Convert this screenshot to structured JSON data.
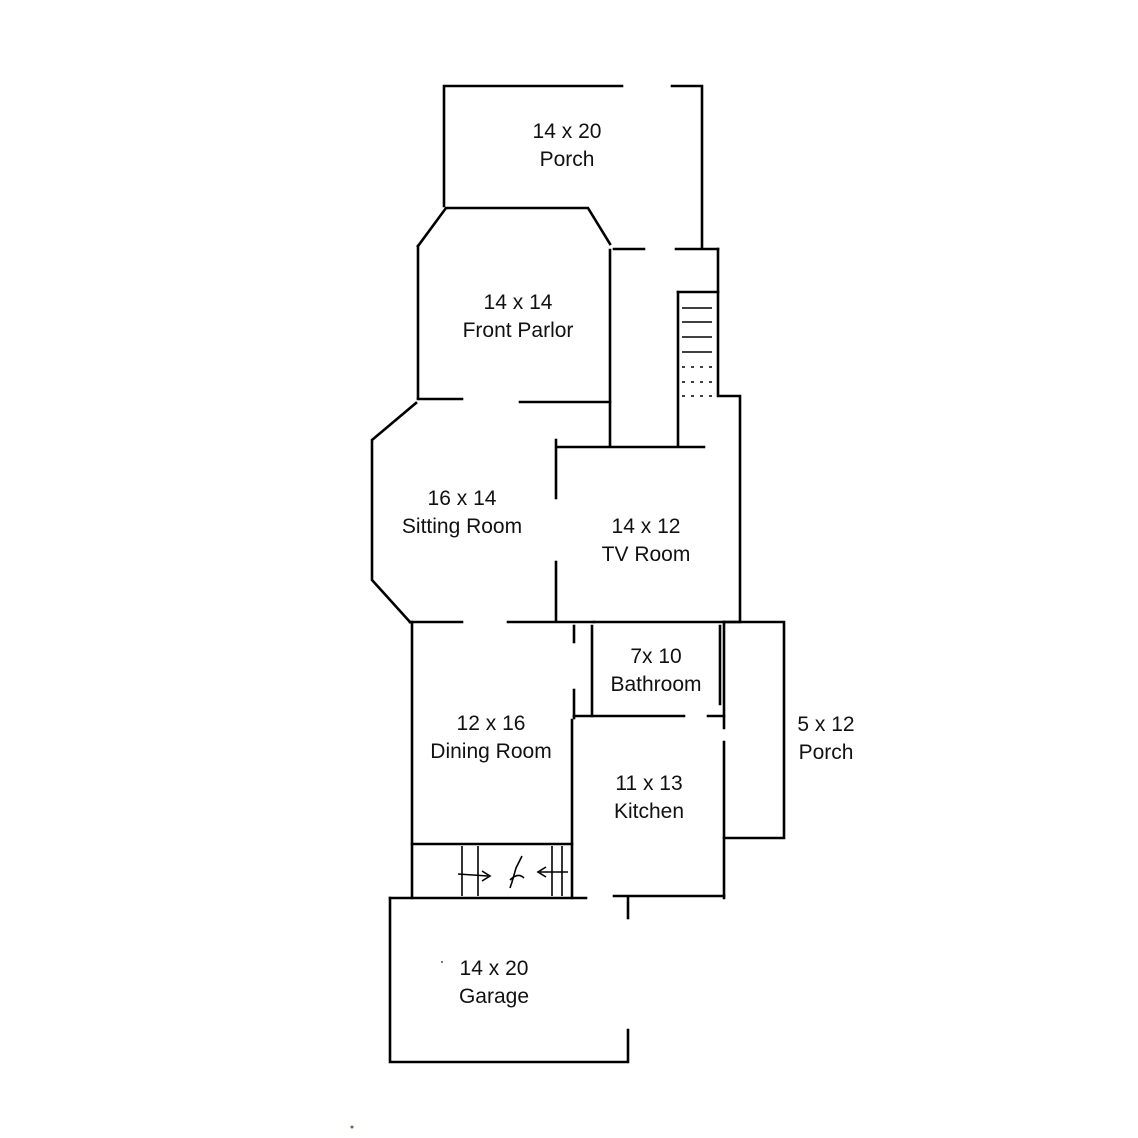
{
  "rooms": {
    "porch_front": {
      "size": "14 x 20",
      "name": "Porch"
    },
    "front_parlor": {
      "size": "14 x 14",
      "name": "Front Parlor"
    },
    "sitting_room": {
      "size": "16 x 14",
      "name": "Sitting Room"
    },
    "tv_room": {
      "size": "14 x 12",
      "name": "TV Room"
    },
    "bathroom": {
      "size": "7x 10",
      "name": "Bathroom"
    },
    "porch_side": {
      "size": "5 x 12",
      "name": "Porch"
    },
    "dining_room": {
      "size": "12 x 16",
      "name": "Dining Room"
    },
    "kitchen": {
      "size": "11 x 13",
      "name": "Kitchen"
    },
    "garage": {
      "size": "14 x 20",
      "name": "Garage"
    }
  },
  "colors": {
    "line": "#000000",
    "text": "#111111",
    "background": "#ffffff"
  }
}
